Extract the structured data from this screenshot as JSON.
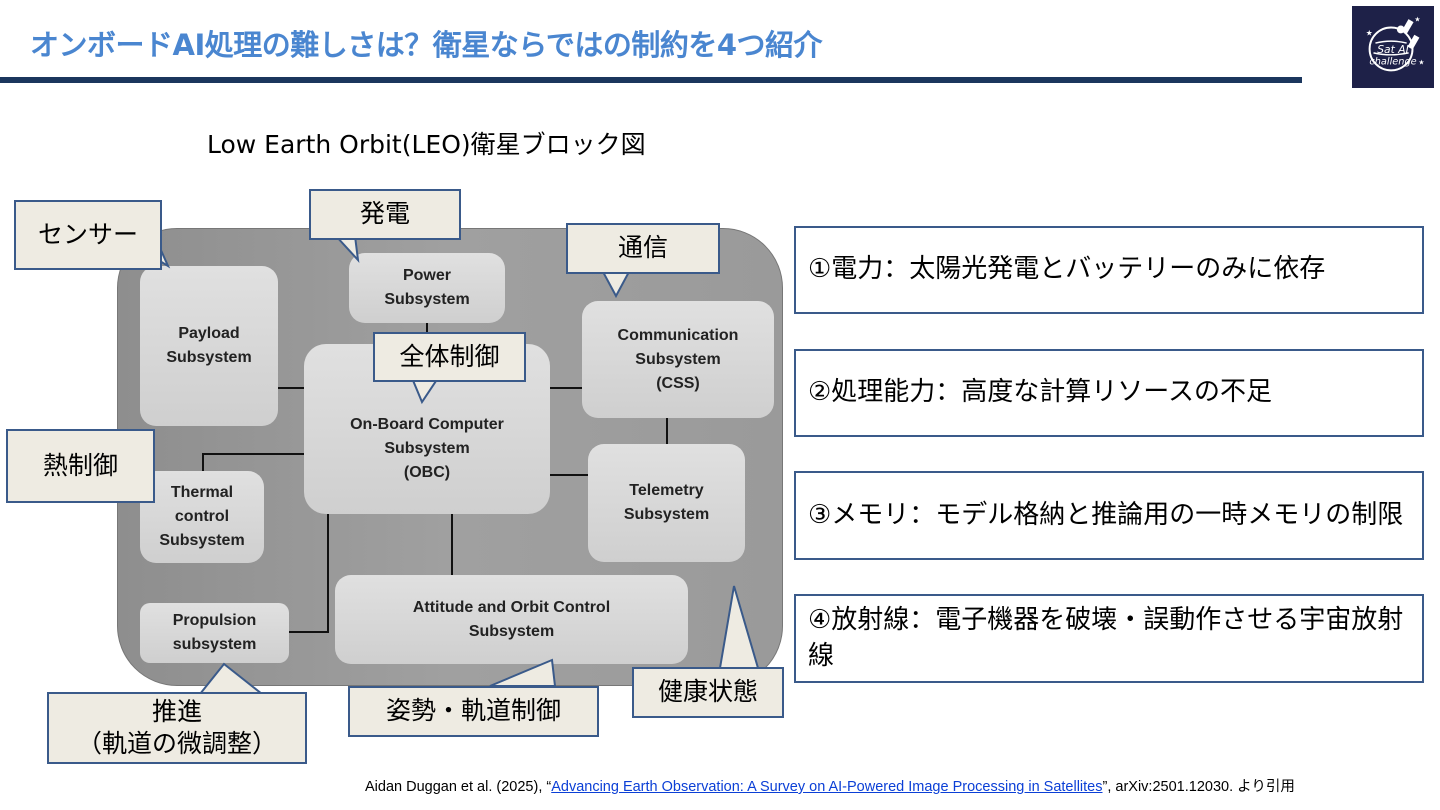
{
  "slide": {
    "title": "オンボードAI処理の難しさは？衛星ならではの制約を4つ紹介",
    "accent_color": "#4a86d0",
    "bar_color": "#1b365d",
    "logo": {
      "icon": "sat-ai-challenge-logo",
      "text_line1": "Sat AI",
      "text_line2": "challenge"
    }
  },
  "diagram": {
    "title": "Low Earth Orbit(LEO)衛星ブロック図",
    "subsystems": {
      "payload": "Payload\nSubsystem",
      "power": "Power\nSubsystem",
      "obc": "On-Board Computer\nSubsystem\n(OBC)",
      "communication": "Communication\nSubsystem\n(CSS)",
      "thermal": "Thermal\ncontrol\nSubsystem",
      "telemetry": "Telemetry\nSubsystem",
      "propulsion": "Propulsion\nsubsystem",
      "aocs": "Attitude and Orbit Control\nSubsystem"
    },
    "callouts": {
      "sensor": "センサー",
      "power": "発電",
      "communication": "通信",
      "overall_control": "全体制御",
      "thermal": "熱制御",
      "propulsion": "推進\n（軌道の微調整）",
      "attitude": "姿勢・軌道制御",
      "health": "健康状態"
    }
  },
  "constraints": [
    {
      "text": "①電力：太陽光発電とバッテリーのみに依存"
    },
    {
      "text": "②処理能力：高度な計算リソースの不足"
    },
    {
      "text": "③メモリ：モデル格納と推論用の一時メモリの制限"
    },
    {
      "text": "④放射線：電子機器を破壊・誤動作させる宇宙放射線"
    }
  ],
  "citation": {
    "prefix": "Aidan Duggan et al. (2025), “",
    "link_text": "Advancing Earth Observation: A Survey on AI-Powered Image Processing in Satellites",
    "suffix": "”, arXiv:2501.12030. より引用"
  }
}
